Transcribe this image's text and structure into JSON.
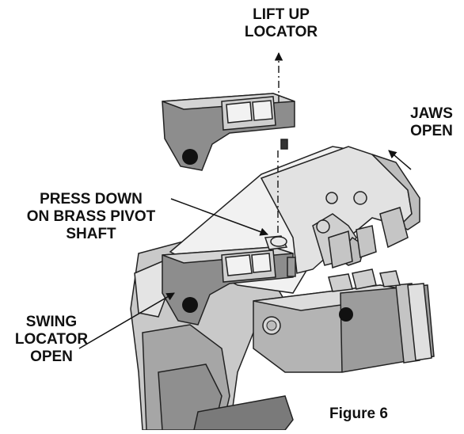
{
  "callouts": {
    "lift_up": {
      "line1": "LIFT UP",
      "line2": "LOCATOR"
    },
    "jaws_open": {
      "line1": "JAWS",
      "line2": "OPEN"
    },
    "press_down": {
      "line1": "PRESS DOWN",
      "line2": "ON BRASS PIVOT",
      "line3": "SHAFT"
    },
    "swing_locator": {
      "line1": "SWING",
      "line2": "LOCATOR",
      "line3": "OPEN"
    }
  },
  "figure_caption": "Figure 6",
  "colors": {
    "ink": "#111111",
    "body_dark": "#8c8c8c",
    "body_mid": "#b9b9b9",
    "body_light": "#dedede",
    "body_highlight": "#f2f2f2"
  }
}
